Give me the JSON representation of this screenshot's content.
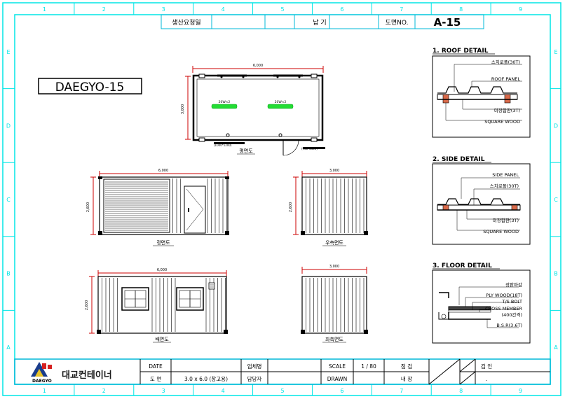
{
  "border": {
    "top_numbers": [
      "1",
      "2",
      "3",
      "4",
      "5",
      "6",
      "7",
      "8",
      "9"
    ],
    "bottom_numbers": [
      "1",
      "2",
      "3",
      "4",
      "5",
      "6",
      "7",
      "8",
      "9"
    ],
    "side_letters": [
      "E",
      "D",
      "C",
      "B",
      "A"
    ]
  },
  "header": {
    "request_date_label": "생산요청일",
    "delivery_label": "납 기",
    "drawing_no_label": "도면NO.",
    "drawing_no": "A-15"
  },
  "model_name": "DAEGYO-15",
  "plan": {
    "width_dim": "6,000",
    "depth_dim": "3,000",
    "lamp_label": "20W×2",
    "window_note": "(1000*1200)",
    "door_note": "(900*2100)",
    "caption": "평면도"
  },
  "front": {
    "width_dim": "6,000",
    "height_dim": "2,600",
    "caption": "정면도"
  },
  "right": {
    "width_dim": "3,000",
    "height_dim": "2,600",
    "caption": "우측면도"
  },
  "back": {
    "width_dim": "6,000",
    "height_dim": "2,600",
    "caption": "배면도"
  },
  "left": {
    "width_dim": "3,000",
    "caption": "좌측면도"
  },
  "roof_detail": {
    "title": "1. ROOF DETAIL",
    "labels": [
      "스치로폴(30T)",
      "ROOF PANEL",
      "미장합판(3T)",
      "SQUARE WOOD"
    ]
  },
  "side_detail": {
    "title": "2. SIDE DETAIL",
    "labels": [
      "SIDE PANEL",
      "스치로폴(30T)",
      "미장합판(3T)",
      "SQUARE WOOD"
    ]
  },
  "floor_detail": {
    "title": "3. FLOOR DETAIL",
    "labels": [
      "장판마감",
      "PLY WOOD(18T)",
      "T/S BOLT",
      "CROSS MEMBER",
      "(400간격)",
      "B.S.R(3.6T)"
    ]
  },
  "title_block": {
    "logo_text": "대교컨테이너",
    "logo_sub": "DAEGYO",
    "date_label": "DATE",
    "drawing_label": "도 면",
    "drawing_value": "3.0 x 6.0 (창고용)",
    "company_label": "업체명",
    "manager_label": "담당자",
    "scale_label": "SCALE",
    "scale_value": "1 / 80",
    "drawn_label": "DRAWN",
    "checked_label": "점 검",
    "approved_label": "내 장",
    "inspection_label": "검 인",
    "dot": "."
  },
  "colors": {
    "frame": "#00e5e5",
    "header": "#00b8d8",
    "dim_line": "#cc0000",
    "lamp": "#22dd33",
    "wood": "#d96a4a"
  }
}
